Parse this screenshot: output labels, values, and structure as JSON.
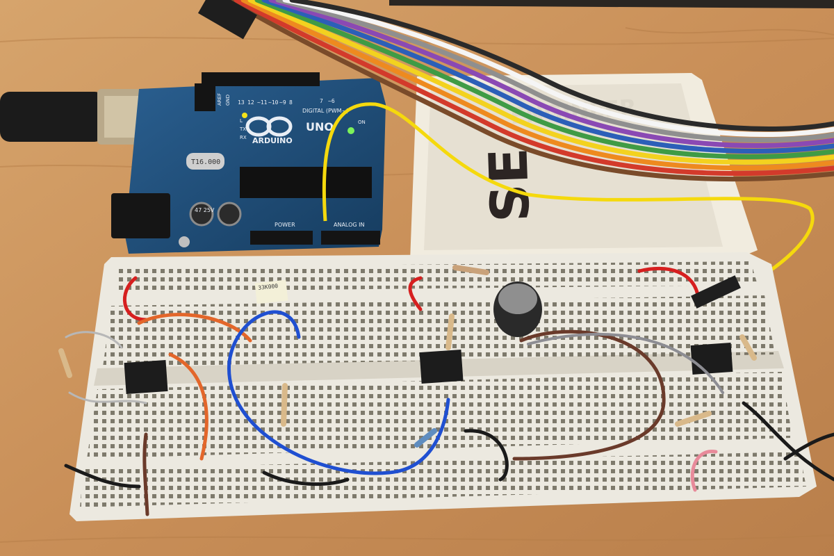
{
  "arduino": {
    "brand": "ARDUINO",
    "model": "UNO",
    "crystal": "T16.000",
    "header_digital": "DIGITAL (PWM~)",
    "header_power": "POWER",
    "header_analog": "ANALOG IN",
    "label_aref": "AREF",
    "label_gnd": "GND",
    "label_tx": "TX",
    "label_rx": "RX",
    "label_on": "ON",
    "label_l": "L",
    "pin_labels": [
      "13",
      "12",
      "~11",
      "~10",
      "~9",
      "8",
      "7",
      "~6"
    ],
    "cap_label": "47 25V"
  },
  "breadboard": {
    "film_capacitor_label": "33K000",
    "ic_count": 4
  },
  "tray": {
    "emboss_text": "ENGINEER",
    "emboss_large": "SE"
  },
  "colors": {
    "desk": "#c9935e",
    "arduino_pcb": "#1f4e79",
    "breadboard": "#ece9e0",
    "tray": "#efeadf",
    "usb_cable": "#1b1b1b"
  }
}
